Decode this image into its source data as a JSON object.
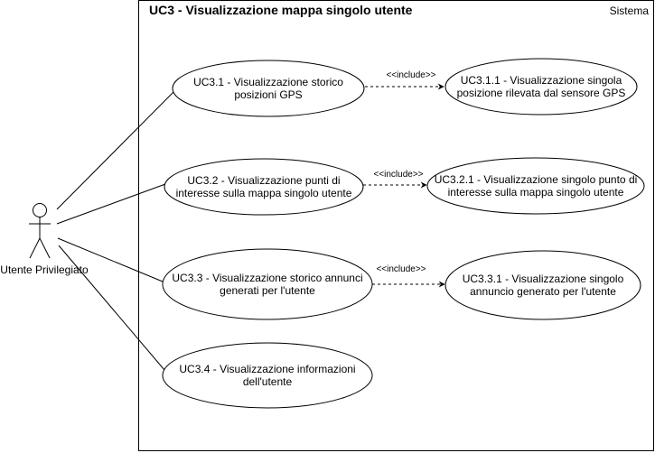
{
  "system": {
    "title": "UC3 - Visualizzazione mappa singolo utente",
    "label": "Sistema"
  },
  "actor": {
    "label": "Utente Privilegiato",
    "icon": "stick-figure-icon"
  },
  "use_cases": [
    {
      "id": "uc31",
      "lines": [
        "UC3.1 - Visualizzazione storico",
        "posizioni GPS"
      ]
    },
    {
      "id": "uc311",
      "lines": [
        "UC3.1.1 - Visualizzazione singola",
        "posizione rilevata dal sensore GPS"
      ]
    },
    {
      "id": "uc32",
      "lines": [
        "UC3.2 - Visualizzazione punti di",
        "interesse sulla mappa singolo utente"
      ]
    },
    {
      "id": "uc321",
      "lines": [
        "UC3.2.1 - Visualizzazione singolo punto di",
        "interesse sulla mappa singolo utente"
      ]
    },
    {
      "id": "uc33",
      "lines": [
        "UC3.3 - Visualizzazione storico annunci",
        "generati per l'utente"
      ]
    },
    {
      "id": "uc331",
      "lines": [
        "UC3.3.1 - Visualizzazione singolo",
        "annuncio generato per l'utente"
      ]
    },
    {
      "id": "uc34",
      "lines": [
        "UC3.4 - Visualizzazione informazioni",
        "dell'utente"
      ]
    }
  ],
  "include_label": "<<include>>",
  "associations": [
    "uc31",
    "uc32",
    "uc33",
    "uc34"
  ],
  "includes": [
    {
      "from": "uc31",
      "to": "uc311"
    },
    {
      "from": "uc32",
      "to": "uc321"
    },
    {
      "from": "uc33",
      "to": "uc331"
    }
  ]
}
